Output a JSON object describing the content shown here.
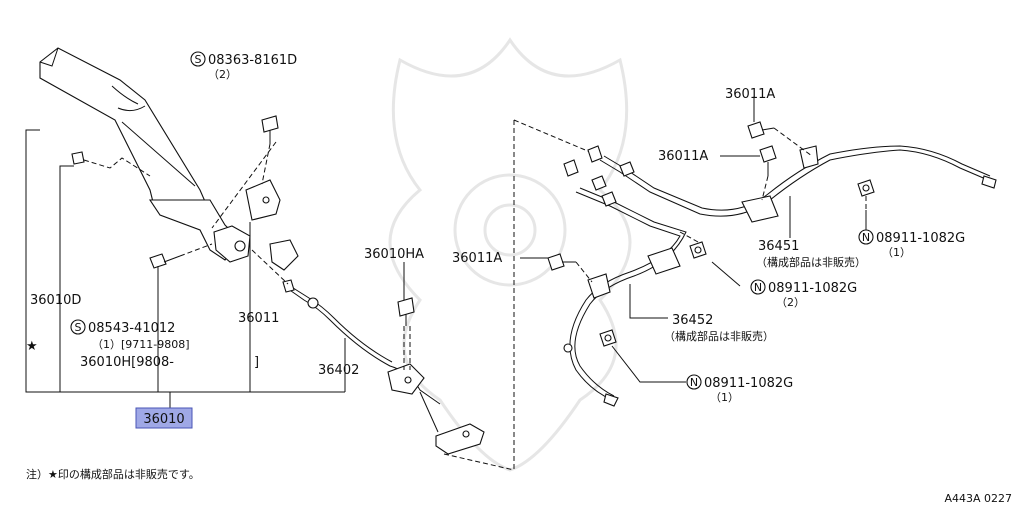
{
  "diagram_code": "A443A 0227",
  "note": "注）★印の構成部品は非販売です。",
  "star_symbol": "★",
  "selected_part": "36010",
  "labels": {
    "bolt_s_top_num": "08363-8161D",
    "bolt_s_top_qty": "（2）",
    "bolt_s_mid_num": "08543-41012",
    "bolt_s_mid_qty": "（1）[9711-9808]",
    "p36010d": "36010D",
    "p36010h": "36010H[9808-",
    "p36010h_close": "]",
    "p36011": "36011",
    "p36010ha": "36010HA",
    "p36402": "36402",
    "p36011a_top": "36011A",
    "p36011a_mid": "36011A",
    "p36011a_left": "36011A",
    "p36451": "36451",
    "p36451_note": "（構成部品は非販売）",
    "p36452": "36452",
    "p36452_note": "（構成部品は非販売）",
    "nut_right_num": "08911-1082G",
    "nut_right_qty": "（1）",
    "nut_mid_num": "08911-1082G",
    "nut_mid_qty": "（2）",
    "nut_bottom_num": "08911-1082G",
    "nut_bottom_qty": "（1）",
    "prefix_s": "S",
    "prefix_n": "N"
  }
}
